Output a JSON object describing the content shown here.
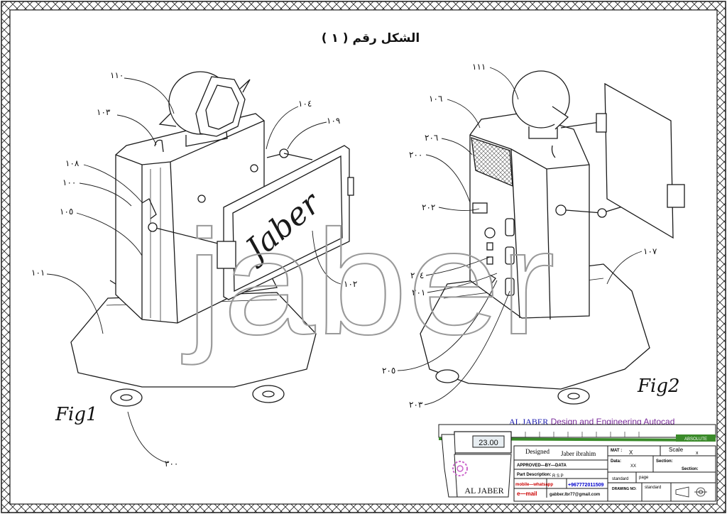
{
  "title": "الشكل رقم ( ١ )",
  "watermark": "jaber",
  "screen_text": "Jaber",
  "figures": {
    "fig1": {
      "label": "Fig1",
      "refs": {
        "r110": "١١٠",
        "r103": "١٠٣",
        "r108": "١٠٨",
        "r100": "١٠٠",
        "r105": "١٠٥",
        "r101": "١٠١",
        "r104": "١٠٤",
        "r109": "١٠٩",
        "r102": "١٠٢",
        "r300": "٣٠٠"
      }
    },
    "fig2": {
      "label": "Fig2",
      "refs": {
        "r111": "١١١",
        "r106": "١٠٦",
        "r206": "٢٠٦",
        "r200": "٢٠٠",
        "r202": "٢٠٢",
        "r204": "٢٠٤",
        "r201": "٢٠١",
        "r107": "١٠٧",
        "r205": "٢٠٥",
        "r203": "٢٠٣"
      }
    }
  },
  "title_block": {
    "company_heading": "AL JABER",
    "heading_rest": " Design and Engineering Autocad",
    "caliper_reading": "23.00",
    "caliper_brand": "ABSOLUTE",
    "designed_label": "Designed",
    "designer": "Jaber ibrahim",
    "mat_label": "MAT :",
    "mat_value": "X",
    "scale_label": "Scale",
    "scale_value": "x",
    "approved": "APPROVED—BY—DATA",
    "data_label": "Data:",
    "data_value": "XX",
    "section_label": "Section:",
    "section_label2": "Section:",
    "part_desc_label": "Part Description:",
    "part_desc_value": "R S P",
    "standard1": "standard",
    "page_label": "page",
    "mobile_label": "mobile—whatsapp",
    "mobile_value": "+967772011509",
    "drawing_no": "DRAWING NO:",
    "standard2": "standard",
    "email_label": "e—mail",
    "email_value": "gabber.lbr77@gmail.com",
    "company_logo": "AL JABER"
  },
  "colors": {
    "line": "#1a1a1a",
    "watermark": "#9a9a9a",
    "heading_blue": "#1a1ab0",
    "heading_purple": "#7a2a9a",
    "mobile_red": "#cc0000",
    "mobile_blue": "#0000cc",
    "caliper_green": "#3a8a2a",
    "hatch": "#555555"
  }
}
